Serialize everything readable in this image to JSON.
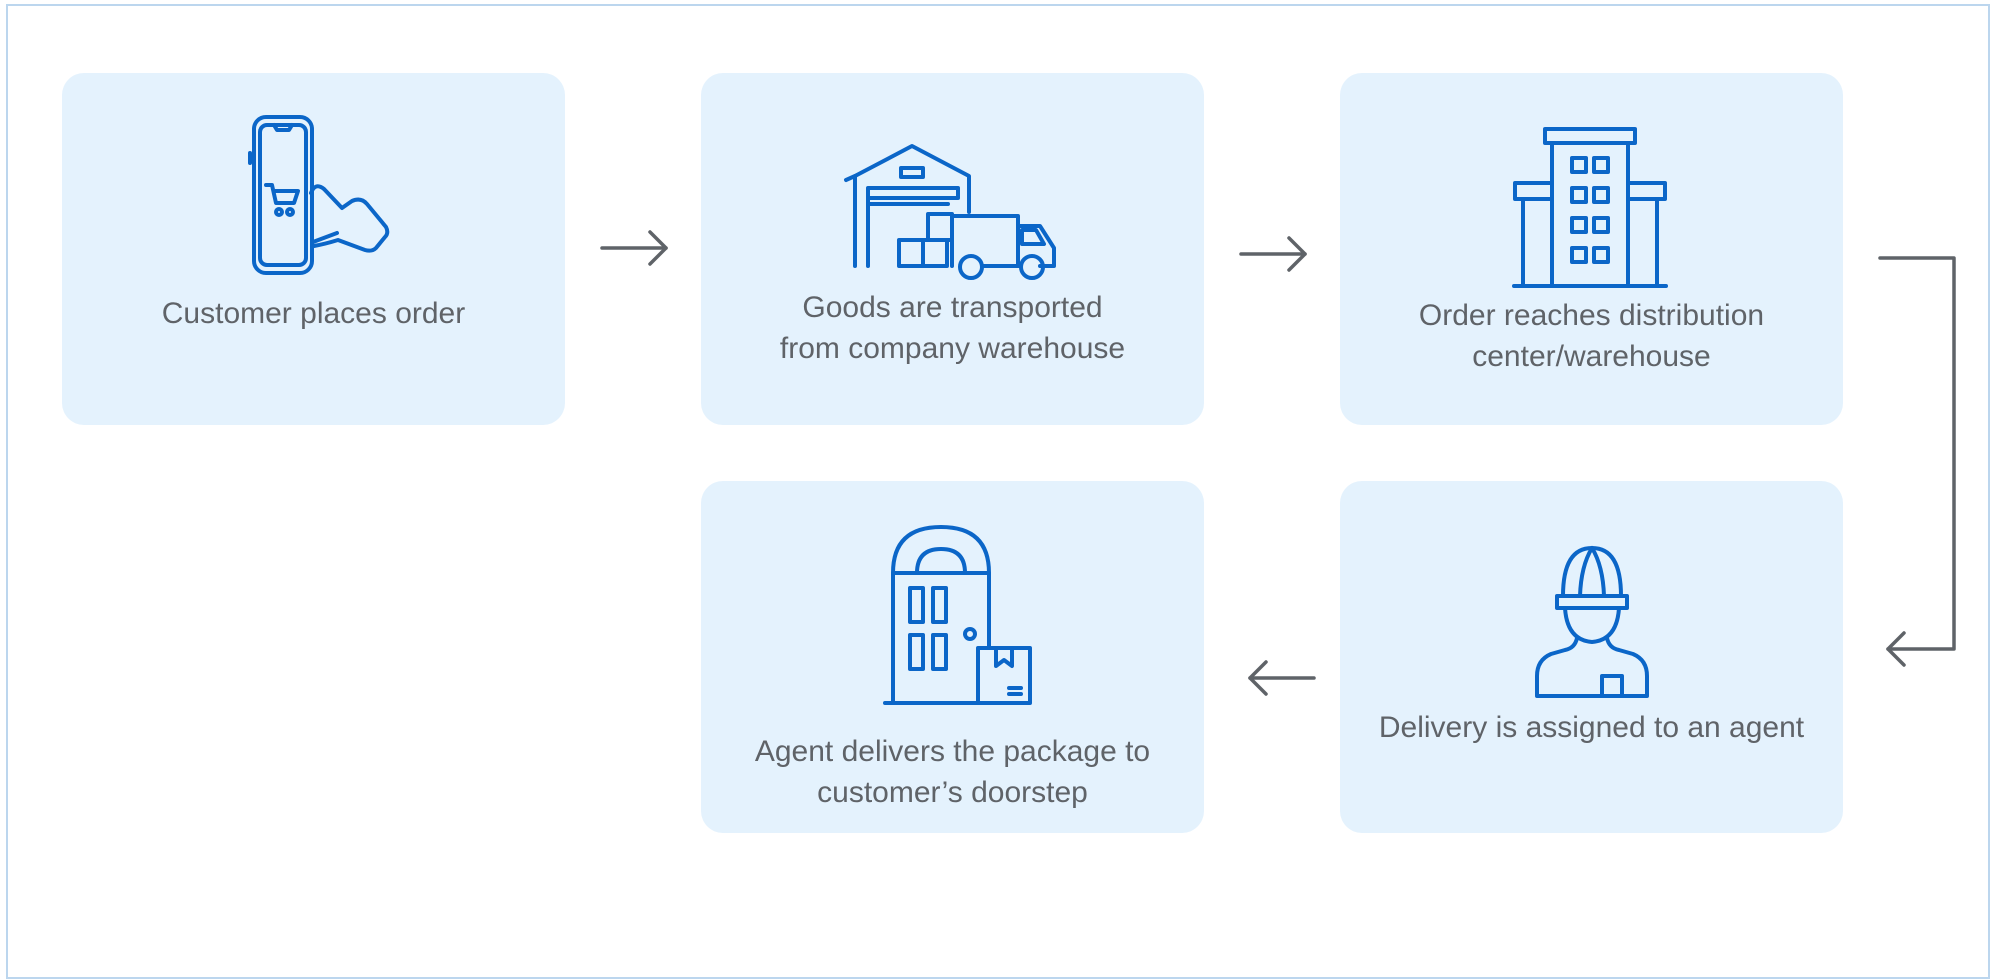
{
  "diagram": {
    "steps": [
      {
        "id": "place-order",
        "icon": "phone-cart-hand-icon",
        "lines": [
          "Customer places order"
        ]
      },
      {
        "id": "transport",
        "icon": "warehouse-truck-icon",
        "lines": [
          "Goods are transported",
          "from company warehouse"
        ]
      },
      {
        "id": "distribution",
        "icon": "building-icon",
        "lines": [
          "Order reaches distribution",
          "center/warehouse"
        ]
      },
      {
        "id": "assign-agent",
        "icon": "delivery-agent-icon",
        "lines": [
          "Delivery is assigned to an agent"
        ]
      },
      {
        "id": "deliver",
        "icon": "door-package-icon",
        "lines": [
          "Agent delivers the package to",
          "customer’s doorstep"
        ]
      }
    ],
    "flow": [
      "place-order",
      "transport",
      "distribution",
      "assign-agent",
      "deliver"
    ],
    "colors": {
      "card_background": "#e4f2fd",
      "icon_stroke": "#0b66c8",
      "text": "#5f6368",
      "arrow": "#5f6368",
      "frame_border": "#bcd6ee"
    }
  }
}
